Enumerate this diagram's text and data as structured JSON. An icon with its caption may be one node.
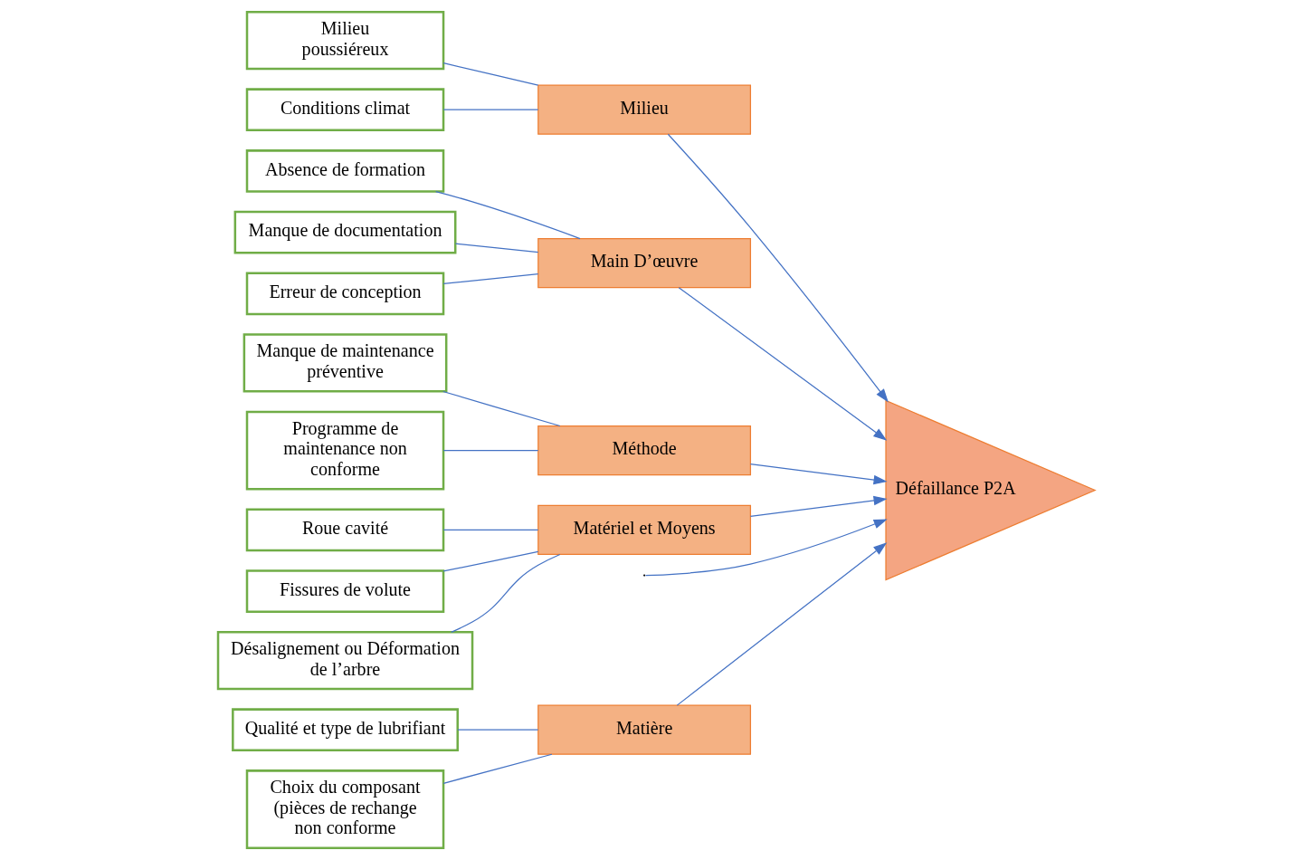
{
  "diagram": {
    "nodes": [
      {
        "text": [
          "Matière"
        ]
      },
      {
        "text": [
          "Milieu"
        ]
      },
      {
        "text": [
          "Main D’œuvre"
        ]
      },
      {
        "text": [
          "Méthode"
        ]
      },
      {
        "text": [
          "Matériel et Moyens"
        ]
      },
      {
        "text": [
          "Défaillance P2A"
        ]
      },
      {
        "text": [
          "Qualité et type de lubrifiant"
        ]
      },
      {
        "text": [
          "Choix du composant (pièces de rechange non conforme"
        ]
      },
      {
        "text": [
          "Milieu poussiéreux"
        ]
      },
      {
        "text": [
          "Conditions climat"
        ]
      },
      {
        "text": [
          "Absence de formation"
        ]
      },
      {
        "text": [
          "Manque de documentation"
        ]
      },
      {
        "text": [
          "Erreur de conception"
        ]
      },
      {
        "text": [
          "Manque de maintenance préventive"
        ]
      },
      {
        "text": [
          "Programme de maintenance non conforme"
        ]
      },
      {
        "text": [
          "Roue cavité"
        ]
      },
      {
        "text": [
          "Fissures de volute"
        ]
      },
      {
        "text": [
          "Désalignement ou Déformation de l’arbre"
        ]
      }
    ],
    "edges": [
      {
        "from": null,
        "to": 5,
        "arrow": "to"
      },
      {
        "from": 0,
        "to": 5,
        "arrow": "to"
      },
      {
        "from": 1,
        "to": 5,
        "arrow": "to"
      },
      {
        "from": 2,
        "to": 5,
        "arrow": "to"
      },
      {
        "from": 3,
        "to": 5,
        "arrow": "to"
      },
      {
        "from": 4,
        "to": 5,
        "arrow": "to"
      },
      {
        "from": 6,
        "to": 0,
        "arrow": "none"
      },
      {
        "from": 7,
        "to": 0,
        "arrow": "none"
      },
      {
        "from": 8,
        "to": 1,
        "arrow": "none"
      },
      {
        "from": 9,
        "to": 1,
        "arrow": "none"
      },
      {
        "from": 10,
        "to": 2,
        "arrow": "none"
      },
      {
        "from": 11,
        "to": 2,
        "arrow": "none"
      },
      {
        "from": 12,
        "to": 2,
        "arrow": "none"
      },
      {
        "from": 13,
        "to": 3,
        "arrow": "none"
      },
      {
        "from": 14,
        "to": 3,
        "arrow": "none"
      },
      {
        "from": 15,
        "to": 4,
        "arrow": "none"
      },
      {
        "from": 16,
        "to": 4,
        "arrow": "none"
      },
      {
        "from": 17,
        "to": 4,
        "arrow": "none"
      }
    ]
  }
}
